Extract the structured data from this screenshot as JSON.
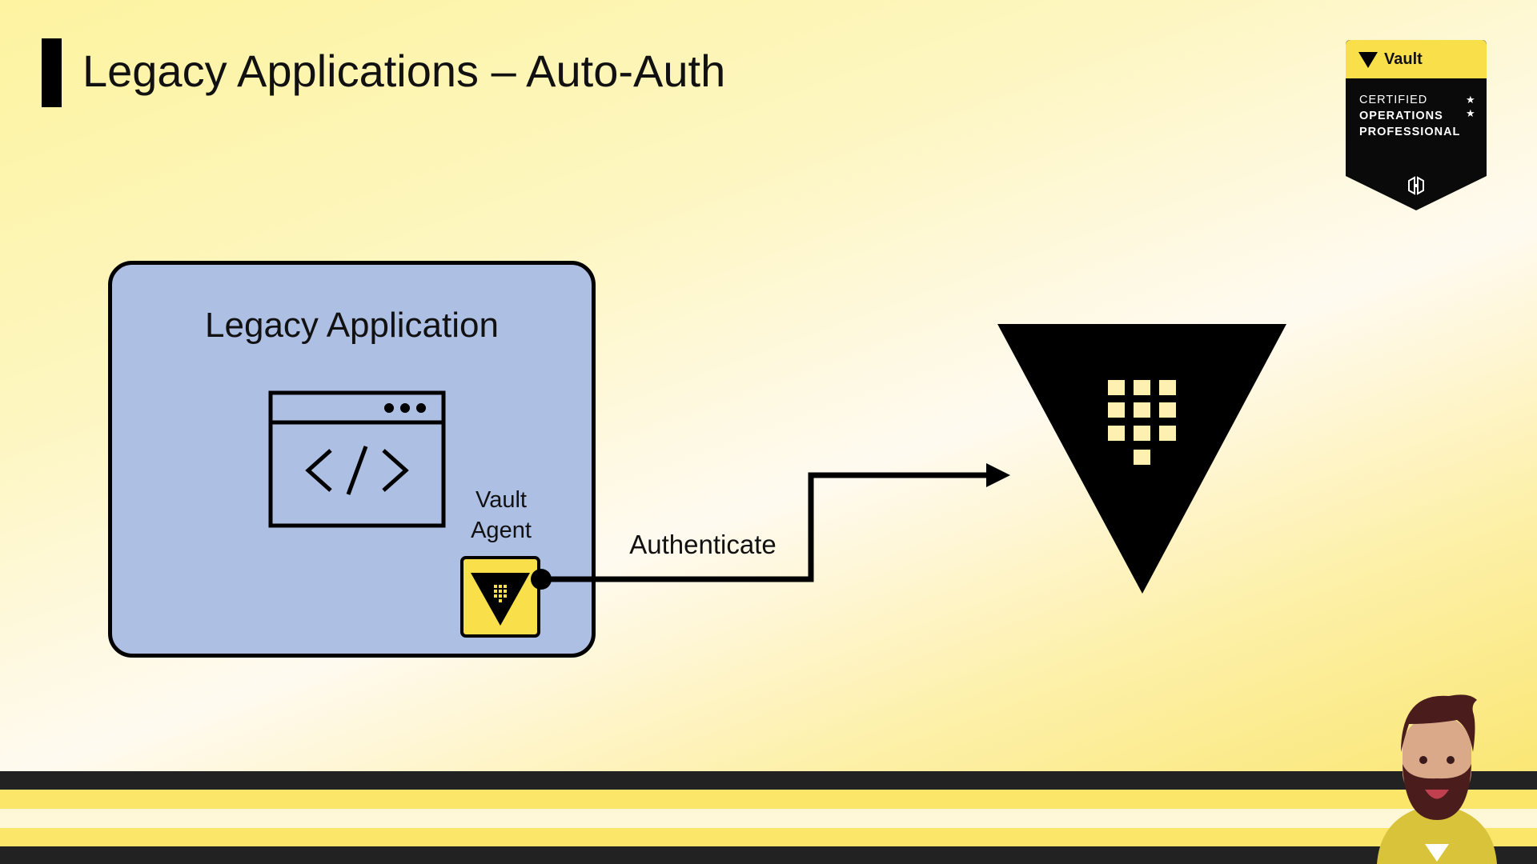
{
  "slide": {
    "title": "Legacy Applications – Auto-Auth"
  },
  "diagram": {
    "app_label": "Legacy Application",
    "agent_label_line1": "Vault",
    "agent_label_line2": "Agent",
    "arrow_label": "Authenticate"
  },
  "badge": {
    "product": "Vault",
    "line1": "CERTIFIED",
    "line2": "OPERATIONS",
    "line3": "PROFESSIONAL"
  },
  "colors": {
    "yellow": "#f9e04b",
    "app_box": "#aebfe4",
    "dark": "#222"
  }
}
